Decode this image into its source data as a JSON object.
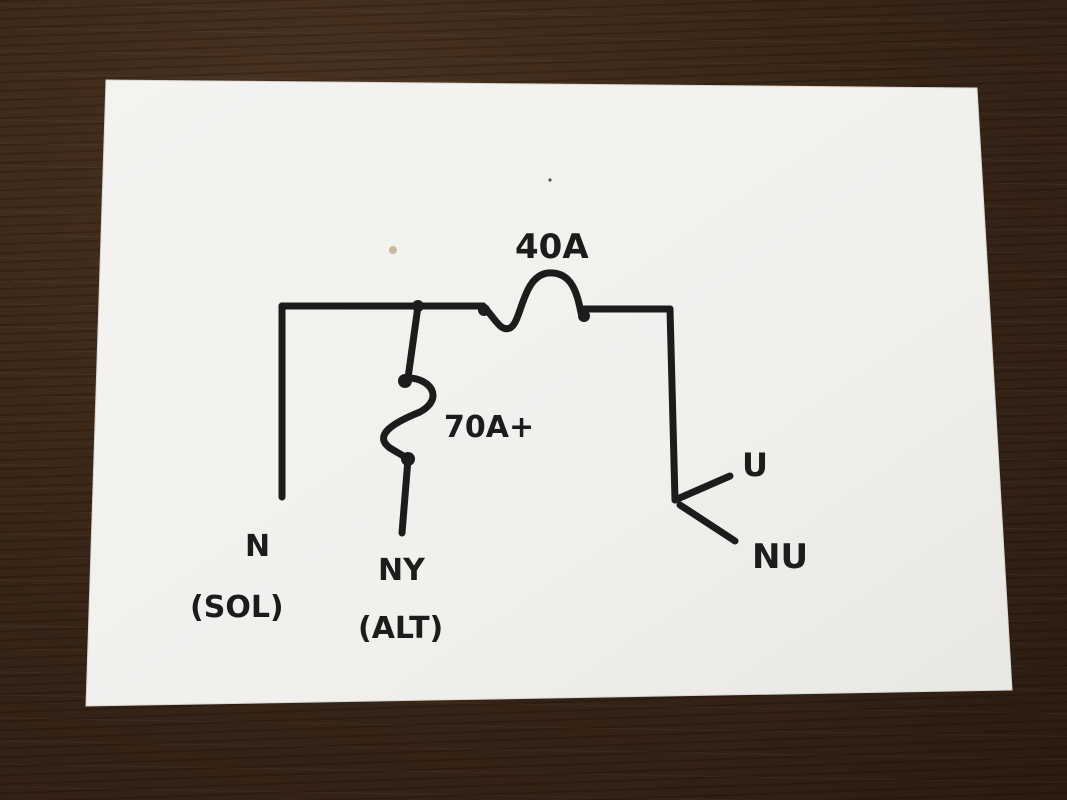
{
  "diagram": {
    "labels": {
      "fuse_main": "40A",
      "fuse_branch": "70A+",
      "terminal_n": "N",
      "terminal_n_sub": "(SOL)",
      "terminal_ny": "NY",
      "terminal_ny_sub": "(ALT)",
      "switch_u": "U",
      "switch_nu": "NU"
    },
    "colors": {
      "paper": "#f2f1ee",
      "ink": "#1c1c1c",
      "wood": "#3a2718"
    }
  }
}
